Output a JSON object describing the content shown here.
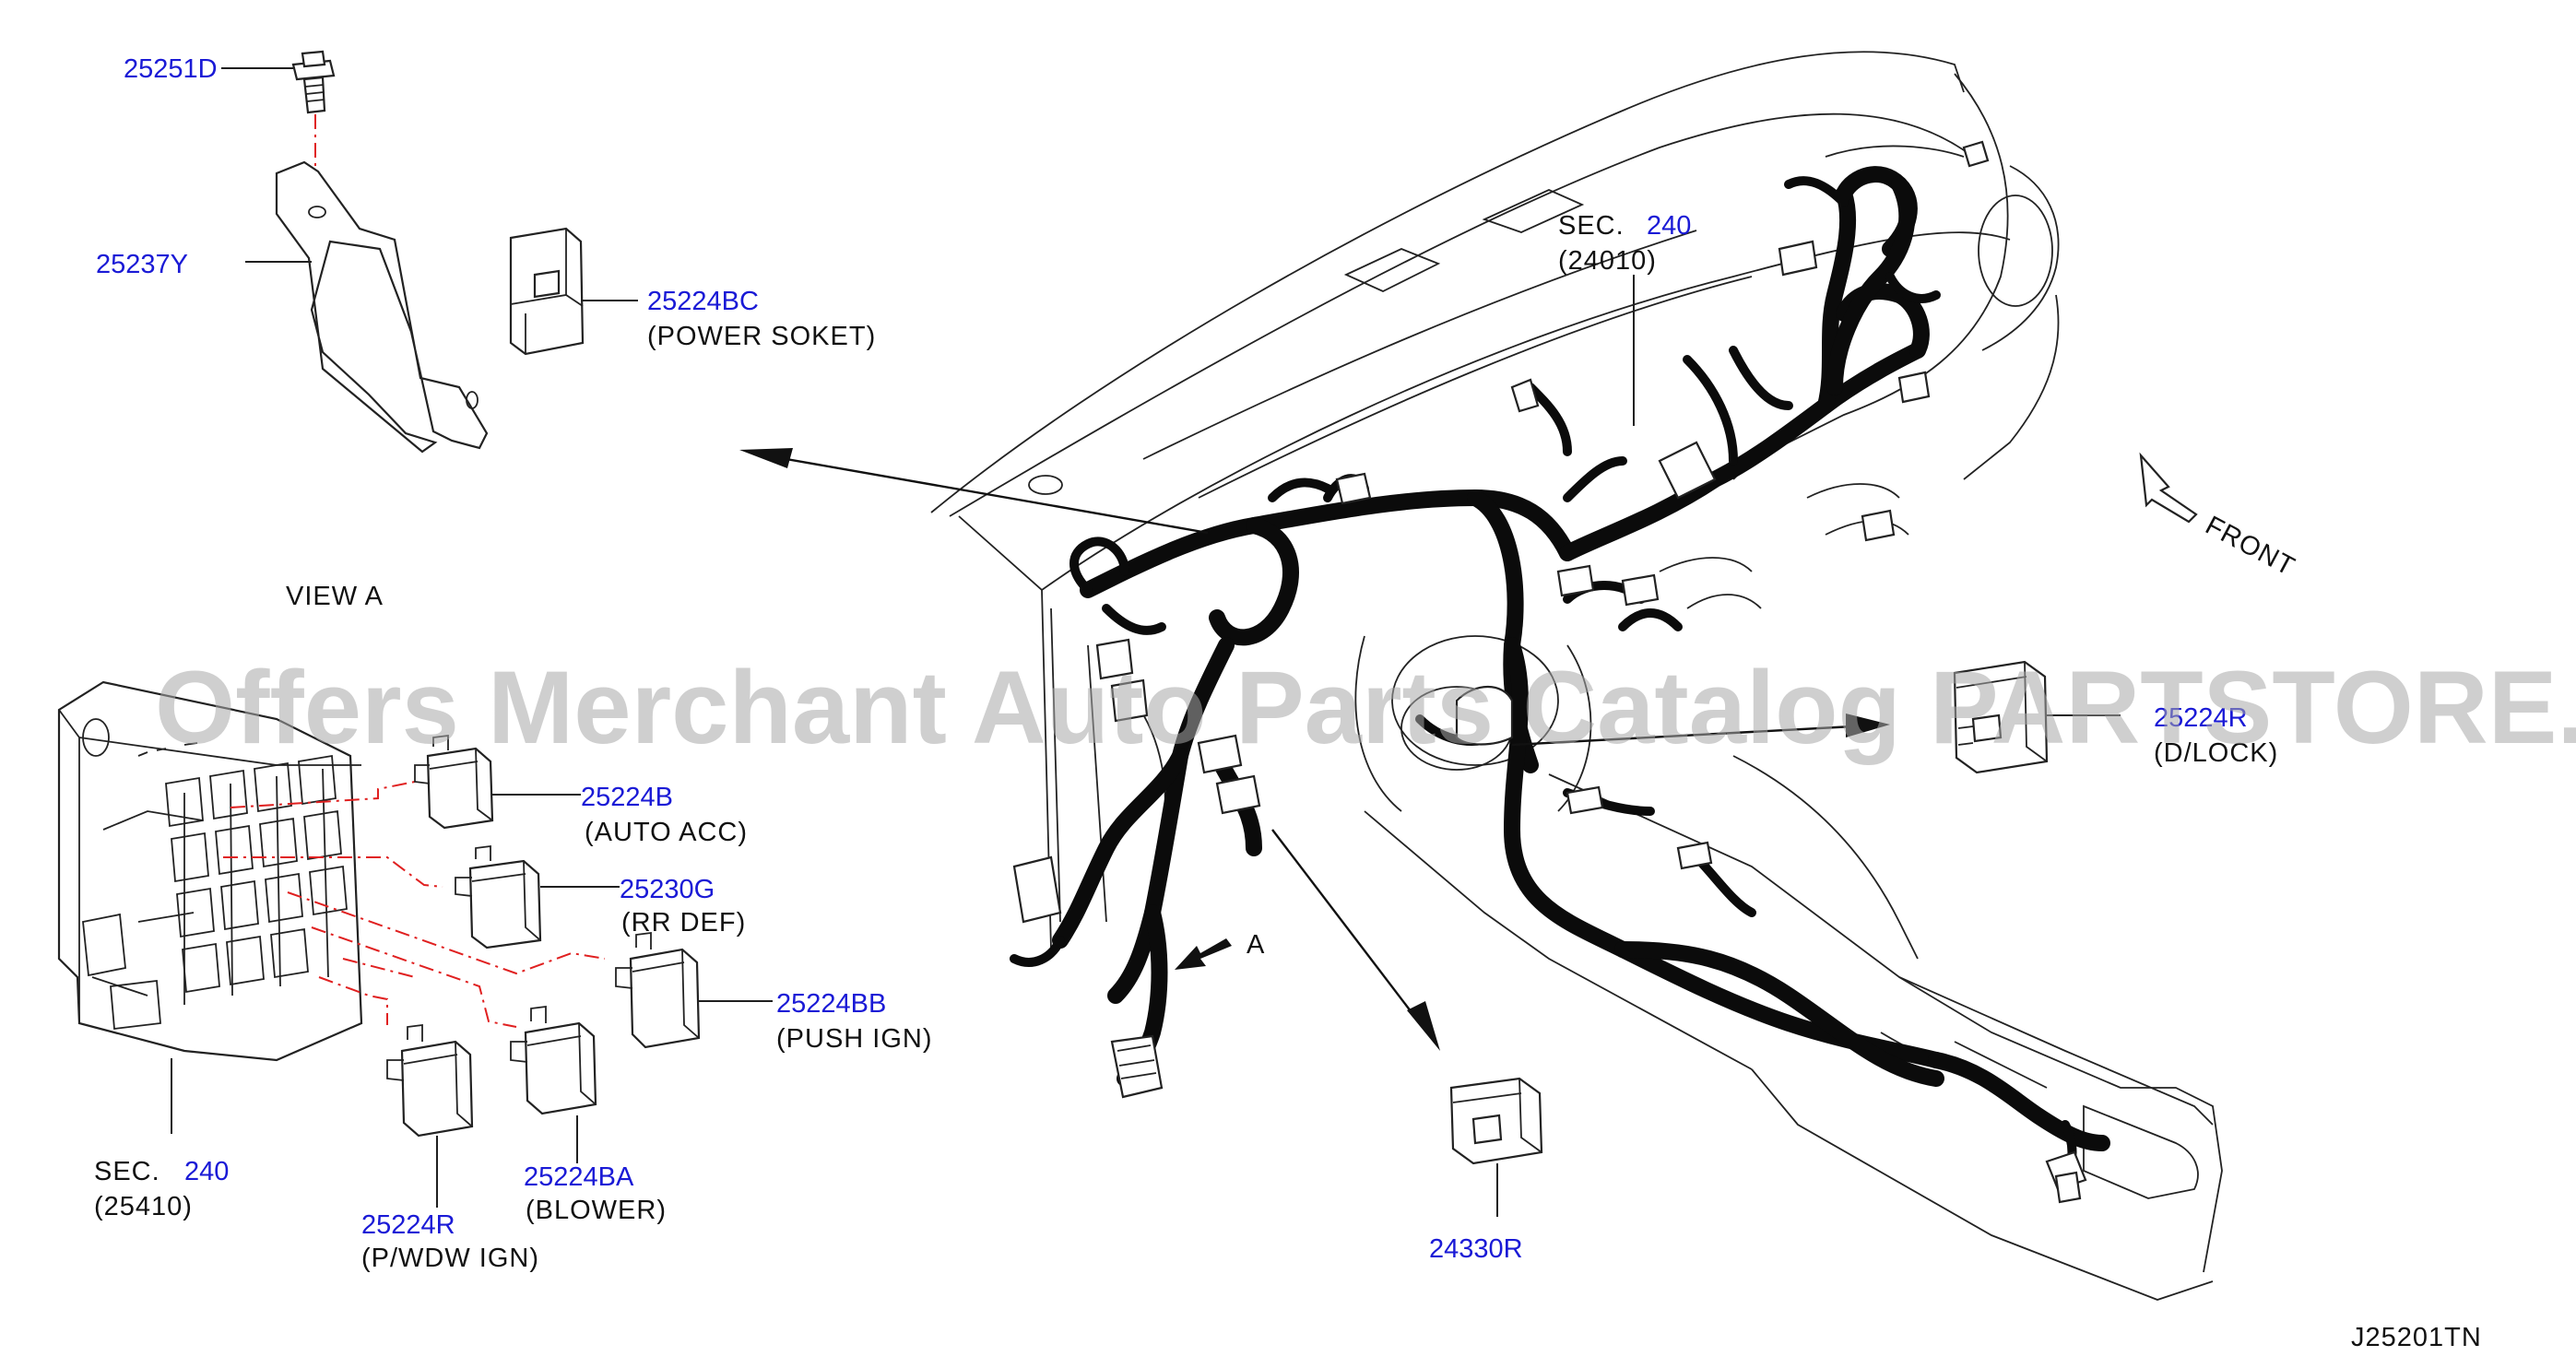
{
  "diagram": {
    "parts": {
      "p25251D": "25251D",
      "p25237Y": "25237Y",
      "p25224BC": "25224BC",
      "p25224BC_desc": "(POWER   SOKET)",
      "view_a": "VIEW   A",
      "p25224B": "25224B",
      "p25224B_desc": "(AUTO   ACC)",
      "p25230G": "25230G",
      "p25230G_desc": "(RR   DEF)",
      "p25224BB": "25224BB",
      "p25224BB_desc": "(PUSH   IGN)",
      "sec_left": "SEC.",
      "sec_left_num": "240",
      "sec_left_code": "(25410)",
      "p25224R_left": "25224R",
      "p25224R_left_desc": "(P/WDW   IGN)",
      "p25224BA": "25224BA",
      "p25224BA_desc": "(BLOWER)",
      "p24330R": "24330R",
      "sec_top": "SEC.",
      "sec_top_num": "240",
      "sec_top_code": "(24010)",
      "p25224R_right": "25224R",
      "p25224R_right_desc": "(D/LOCK)",
      "front": "FRONT",
      "arrow_a": "A",
      "ref_code": "J25201TN"
    },
    "watermark": "Offers Merchant Auto Parts Catalog PARTSTORE.SA",
    "colors": {
      "part_number": "#1a1ad6",
      "text": "#111111",
      "dash": "#e02020",
      "harness": "#0b0b0b"
    }
  }
}
